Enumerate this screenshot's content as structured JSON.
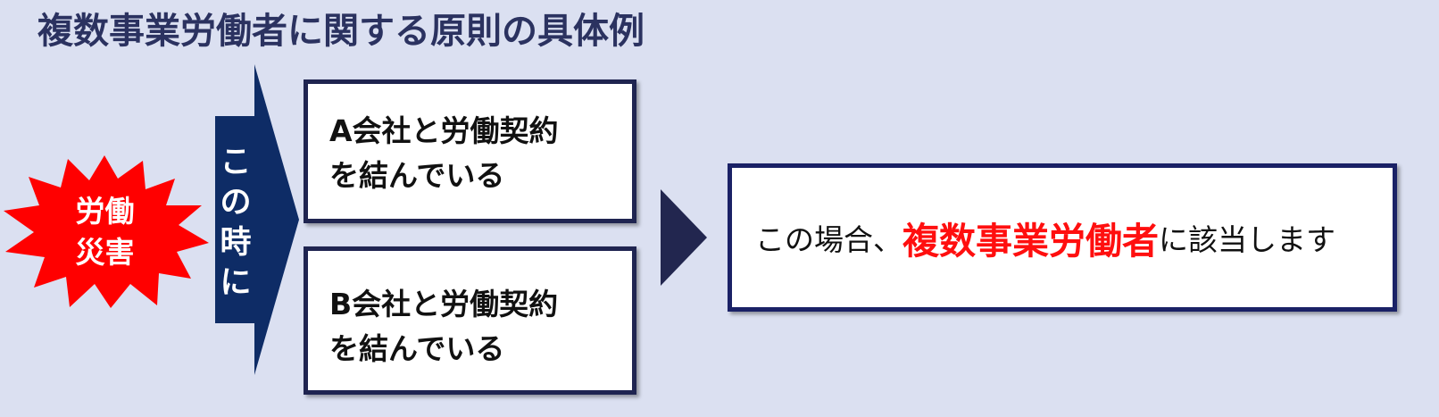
{
  "title": "複数事業労働者に関する原則の具体例",
  "burst": {
    "line1": "労働",
    "line2": "災害"
  },
  "arrow": {
    "chars": [
      "こ",
      "の",
      "時",
      "に"
    ]
  },
  "box_a": {
    "line1": "A会社と労働契約",
    "line2": "を結んでいる"
  },
  "box_b": {
    "line1": "B会社と労働契約",
    "line2": "を結んでいる"
  },
  "result": {
    "prefix": "この場合、",
    "emphasis": "複数事業労働者",
    "suffix": "に該当します"
  },
  "colors": {
    "background": "#dbe0f1",
    "navy": "#1f2450",
    "arrow_fill": "#0e2c66",
    "burst_fill": "#ff0000",
    "emphasis": "#ff0f0f"
  }
}
